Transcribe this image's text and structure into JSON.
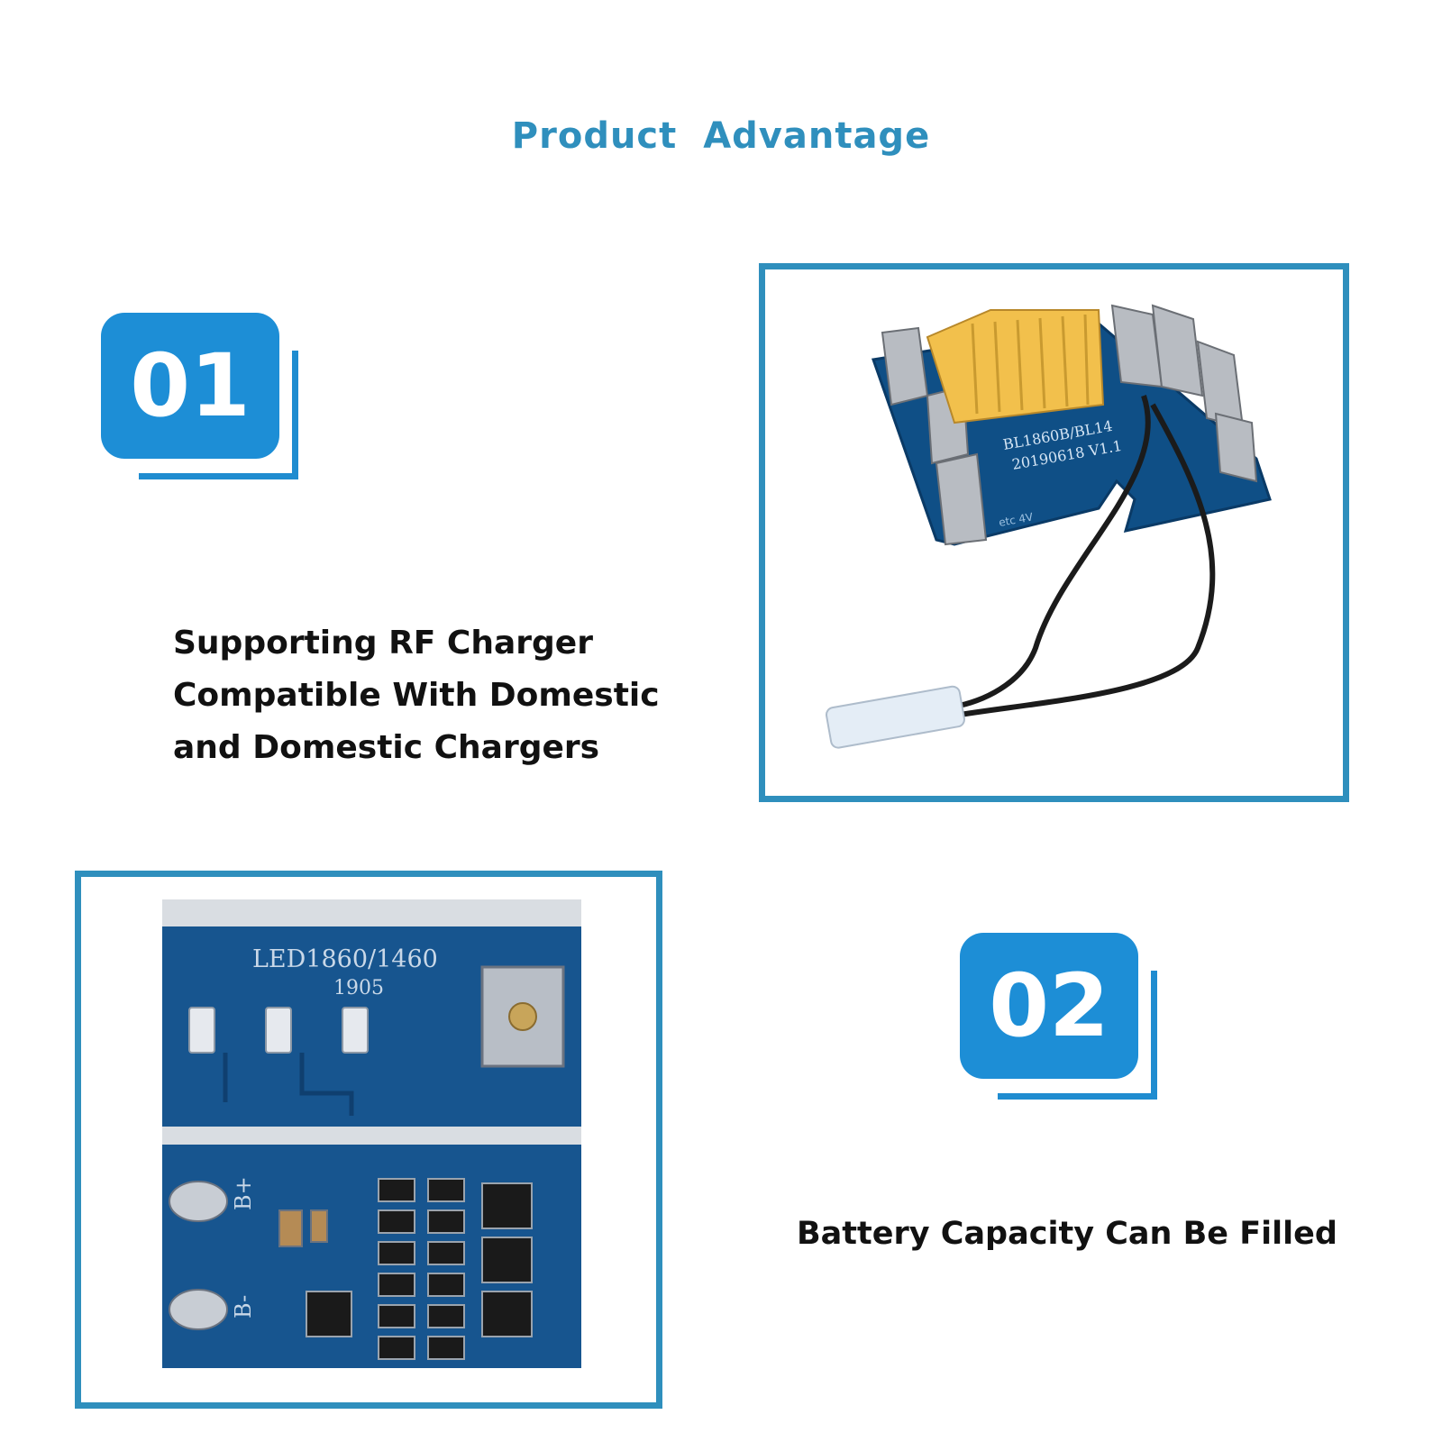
{
  "header": {
    "title": "Product  Advantage"
  },
  "feature1": {
    "number": "01",
    "lines": [
      "Supporting RF Charger",
      "Compatible With Domestic",
      "and  Domestic Chargers"
    ]
  },
  "feature2": {
    "number": "02",
    "text": "Battery Capacity Can Be Filled"
  },
  "pcb_main": {
    "label_line1": "BL1860B/BL14",
    "label_line2": "20190618 V1.1",
    "label_line3": "etc  4V"
  },
  "pcb_led": {
    "label": "LED1860/1460",
    "code": "1905",
    "bplus": "B+",
    "bminus": "B-"
  },
  "colors": {
    "accent": "#2f8fbd",
    "badge": "#1d8ed6",
    "pcb": "#0f4f86",
    "connector": "#f2c04c"
  }
}
